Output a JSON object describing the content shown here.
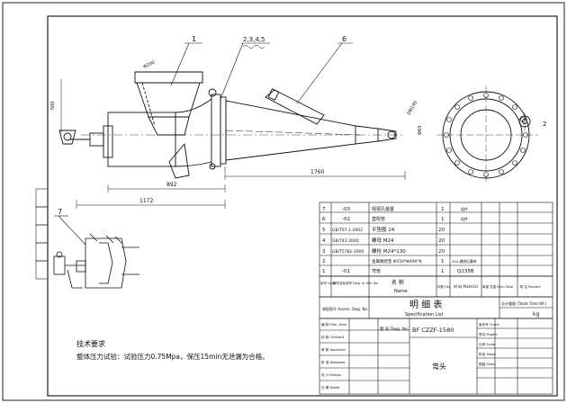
{
  "balloons": [
    "1",
    "2,3,4,5",
    "6",
    "7"
  ],
  "dimensions": {
    "d_top": "Φ200",
    "h_left": "500",
    "d_right": "DN140",
    "d_mid": "Φ83",
    "w_892": "892",
    "w_1172": "1172",
    "w_1760": "1760",
    "r_side": "2"
  },
  "parts_list": {
    "rows": [
      {
        "no": "7",
        "code": "-03",
        "name": "观视孔装置",
        "qty": "1",
        "material": "组件",
        "remark": ""
      },
      {
        "no": "6",
        "code": "-02",
        "name": "直吹管",
        "qty": "1",
        "material": "组件",
        "remark": ""
      },
      {
        "no": "5",
        "code": "GB/T97.1-2002",
        "name": "平垫圈  24",
        "qty": "20",
        "material": "",
        "remark": ""
      },
      {
        "no": "4",
        "code": "GB/T41-2000",
        "name": "螺母 M24",
        "qty": "20",
        "material": "",
        "remark": ""
      },
      {
        "no": "3",
        "code": "GB/T5782-2000",
        "name": "螺栓 M24*130",
        "qty": "20",
        "material": "",
        "remark": ""
      },
      {
        "no": "2",
        "code": "",
        "name": "金属缠绕垫 Φ550*Φ490*8",
        "qty": "1",
        "material": "304 缠绕石墨带",
        "remark": ""
      },
      {
        "no": "1",
        "code": "-01",
        "name": "弯管",
        "qty": "1",
        "material": "Q235B",
        "remark": ""
      }
    ],
    "header": {
      "no": "序号 Code",
      "code": "图号及标准号 Dwg. or Std. No.",
      "name_cn": "名 称",
      "name_en": "Name",
      "qty": "件数 Qty.",
      "material": "材 料 Material",
      "weight": "单重 总重 Each Total",
      "remark": "附 注 Remark"
    }
  },
  "spec": {
    "assm_label": "装配图号 Assem. Dwg. No.",
    "title_cn": "明  细  表",
    "title_en": "Specification List",
    "weight_label": "总计重量 (Totals Total Wt.)",
    "unit": "kg"
  },
  "title_block": {
    "dwg_label": "图 号 Dwg. No.",
    "dwg_no": "BF CZZF-1580",
    "part_name": "弯头",
    "labels_left": [
      "编 制 Prep. Here",
      "校 核 Checked",
      "审 核 Approved",
      "批 准 Designed",
      "设 计 Design",
      "日 期 Dated"
    ],
    "labels_right": [
      "版本号 Check",
      "签名 Project",
      "比例 Scale",
      "阶段 Stage",
      "图幅 Sheet"
    ]
  },
  "notes": {
    "heading": "技术要求",
    "line1": "整体压力试验：试验压力0.75Mpa，保压15min无泄漏为合格。"
  }
}
